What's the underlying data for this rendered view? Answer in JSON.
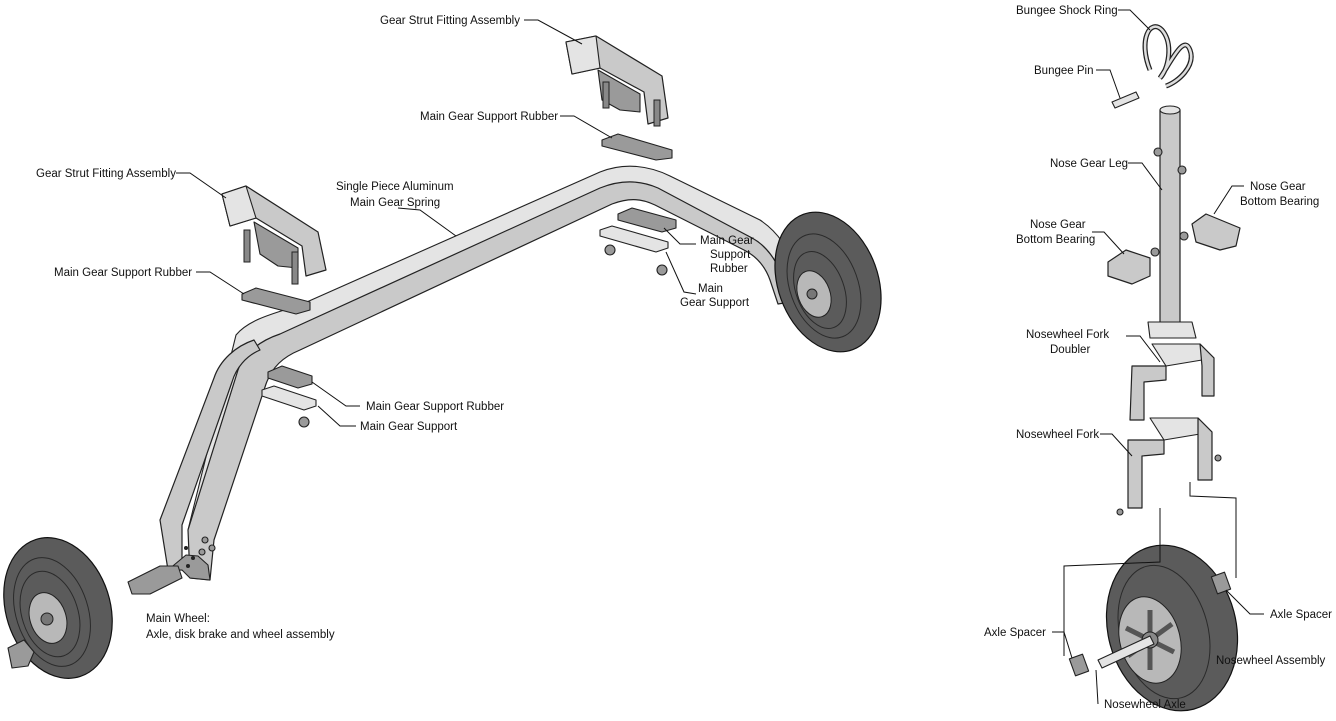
{
  "labels": {
    "gear_strut_fitting_right": "Gear Strut Fitting Assembly",
    "main_gear_support_rubber_right": "Main Gear Support Rubber",
    "gear_strut_fitting_left": "Gear Strut Fitting Assembly",
    "spring_line1": "Single Piece Aluminum",
    "spring_line2": "Main Gear Spring",
    "main_gear_support_rubber_left": "Main Gear Support Rubber",
    "right_support_rubber_line1": "Main Gear",
    "right_support_rubber_line2": "Support",
    "right_support_rubber_line3": "Rubber",
    "right_support_line1": "Main",
    "right_support_line2": "Gear Support",
    "lower_support_rubber": "Main Gear Support Rubber",
    "lower_support": "Main Gear Support",
    "main_wheel_line1": "Main Wheel:",
    "main_wheel_line2": "Axle, disk brake and wheel assembly",
    "bungee_shock_ring": "Bungee Shock Ring",
    "bungee_pin": "Bungee Pin",
    "nose_gear_leg": "Nose Gear Leg",
    "nose_bearing_right_line1": "Nose Gear",
    "nose_bearing_right_line2": "Bottom Bearing",
    "nose_bearing_left_line1": "Nose Gear",
    "nose_bearing_left_line2": "Bottom Bearing",
    "fork_doubler_line1": "Nosewheel Fork",
    "fork_doubler_line2": "Doubler",
    "nosewheel_fork": "Nosewheel Fork",
    "axle_spacer_left": "Axle Spacer",
    "axle_spacer_right": "Axle Spacer",
    "nosewheel_assembly": "Nosewheel Assembly",
    "nosewheel_axle": "Nosewheel Axle"
  },
  "icons": [
    "main-gear-spring",
    "gear-strut-fitting",
    "support-rubber",
    "main-wheel",
    "nose-gear-leg",
    "nosewheel-fork",
    "nosewheel"
  ]
}
